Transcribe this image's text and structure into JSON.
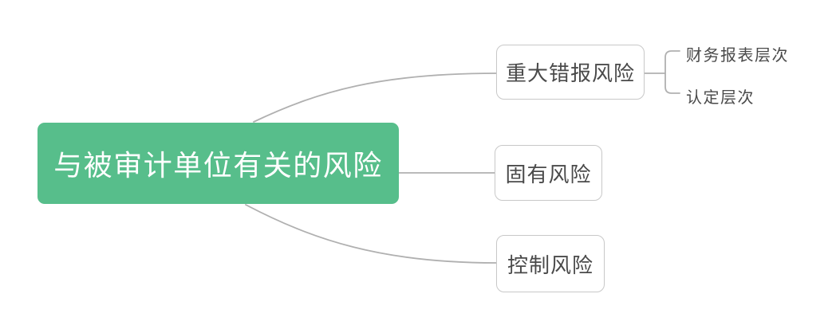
{
  "colors": {
    "canvas_bg": "#ffffff",
    "root_bg": "#57be8b",
    "root_text": "#ffffff",
    "node_border": "#c8c8c8",
    "node_text": "#4a4a4a",
    "connector": "#b0b0b0"
  },
  "mindmap": {
    "root": {
      "label": "与被审计单位有关的风险"
    },
    "branches": [
      {
        "label": "重大错报风险",
        "children": [
          {
            "label": "财务报表层次"
          },
          {
            "label": "认定层次"
          }
        ]
      },
      {
        "label": "固有风险",
        "children": []
      },
      {
        "label": "控制风险",
        "children": []
      }
    ]
  }
}
